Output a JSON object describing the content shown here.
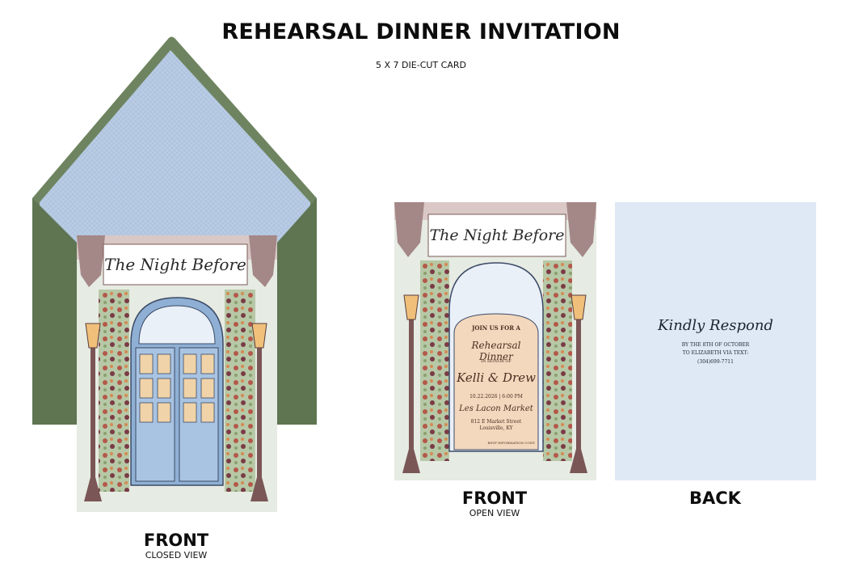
{
  "page": {
    "title": "REHEARSAL DINNER INVITATION",
    "subtitle": "5 X 7 DIE-CUT CARD"
  },
  "colors": {
    "envelope": "#6e8460",
    "envelope_dark": "#5f7552",
    "liner": "#b9cce4",
    "back_card": "#dfe9f5",
    "door_blue": "#a9c4e2",
    "arch_panel": "#f4d8bd",
    "drape": "#a48787",
    "lamp": "#7a5656"
  },
  "closed_card": {
    "banner_text": "The Night Before",
    "caption_title": "FRONT",
    "caption_sub": "CLOSED VIEW"
  },
  "open_card": {
    "banner_text": "The Night Before",
    "join": "JOIN US FOR A",
    "event": "Rehearsal Dinner",
    "honor": "IN HONOR OF",
    "couple": "Kelli & Drew",
    "date": "10.22.2026 | 6:00 PM",
    "venue": "Les Lacon Market",
    "street": "812 E Market Street",
    "city": "Louisville, KY",
    "rsvp": "RSVP INFORMATION CONT.",
    "caption_title": "FRONT",
    "caption_sub": "OPEN VIEW"
  },
  "back_card": {
    "heading": "Kindly Respond",
    "line1": "BY THE 8TH OF OCTOBER",
    "line2": "TO ELIZABETH VIA TEXT:",
    "phone": "(304)699-7711",
    "caption_title": "BACK"
  }
}
